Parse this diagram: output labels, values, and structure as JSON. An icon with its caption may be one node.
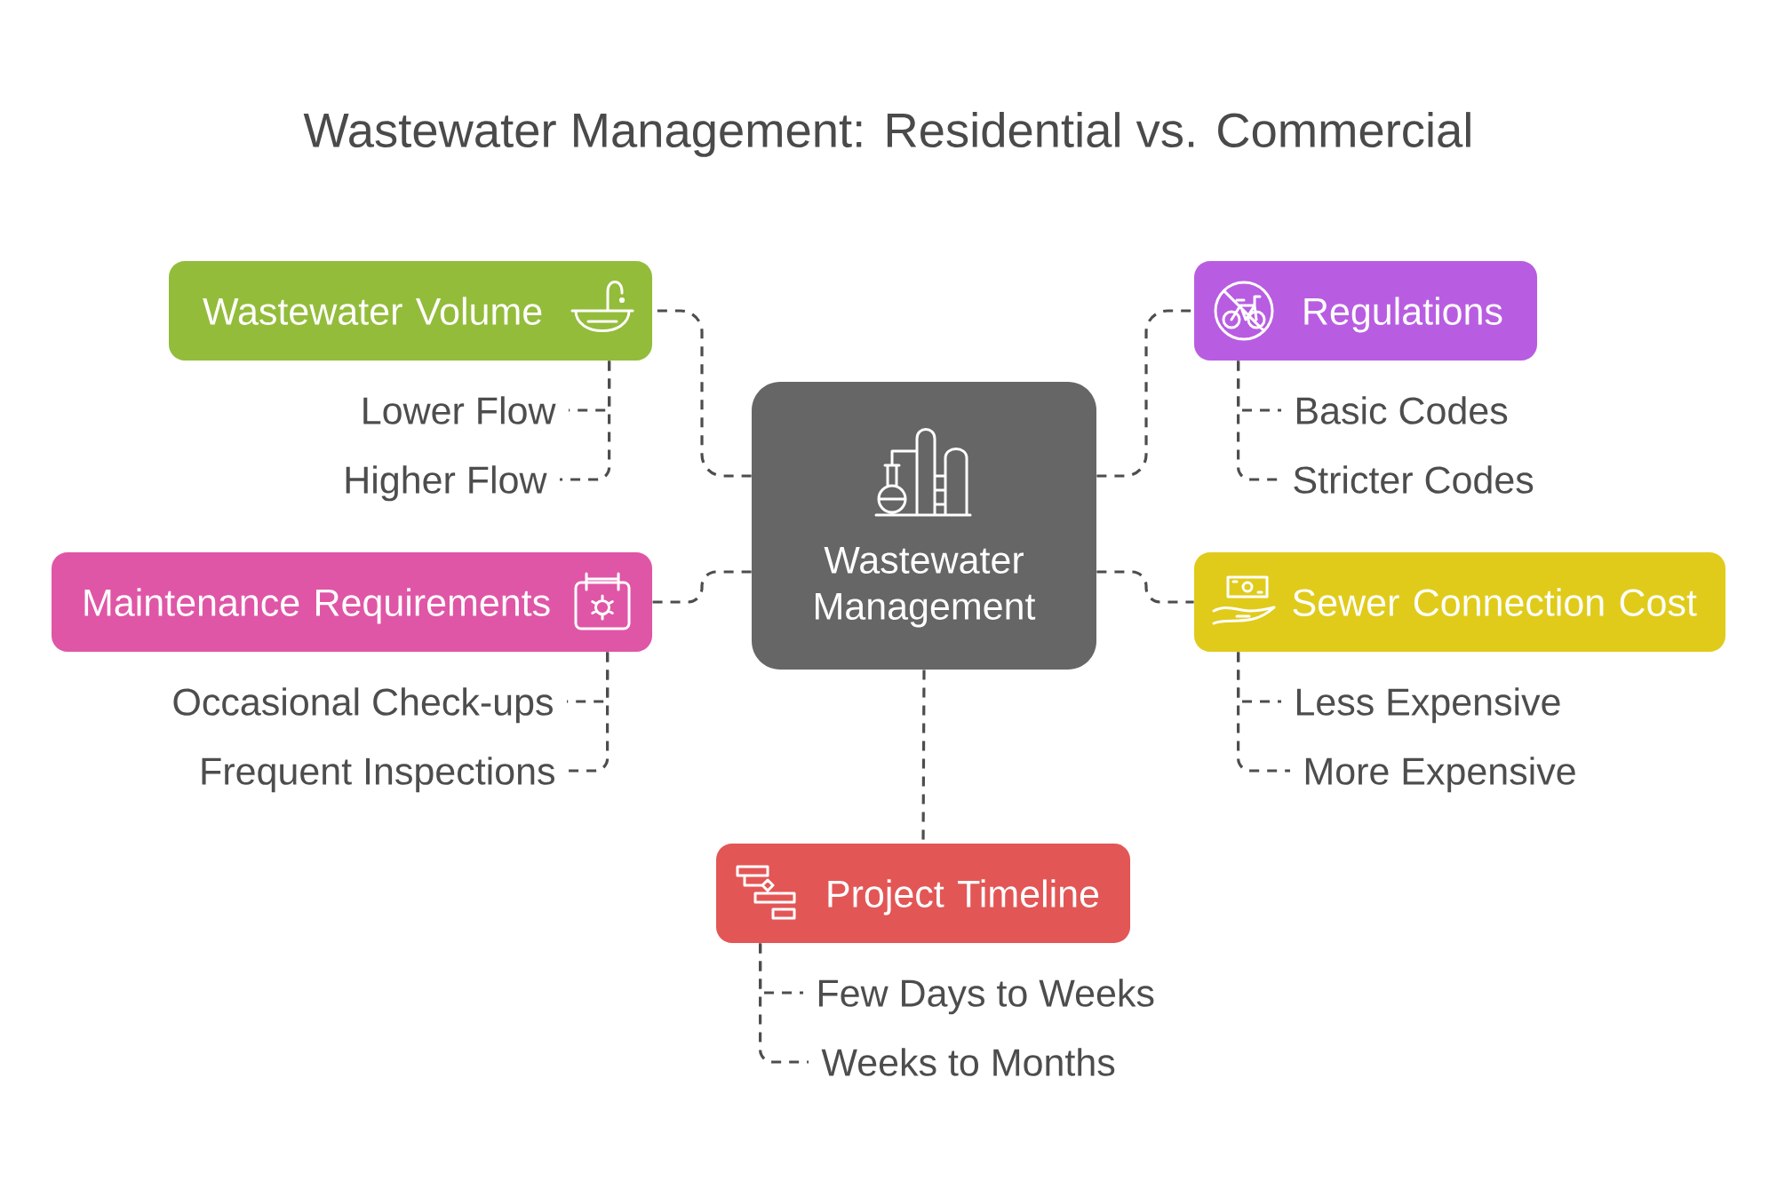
{
  "diagram": {
    "title": "Wastewater Management: Residential vs. Commercial",
    "nodes": [
      {
        "text": [
          "Wastewater Management"
        ]
      },
      {
        "text": [
          "Wastewater Volume"
        ]
      },
      {
        "text": [
          "Lower Flow"
        ]
      },
      {
        "text": [
          "Higher Flow"
        ]
      },
      {
        "text": [
          "Regulations"
        ]
      },
      {
        "text": [
          "Basic Codes"
        ]
      },
      {
        "text": [
          "Stricter Codes"
        ]
      },
      {
        "text": [
          "Maintenance Requirements"
        ]
      },
      {
        "text": [
          "Occasional Check-ups"
        ]
      },
      {
        "text": [
          "Frequent Inspections"
        ]
      },
      {
        "text": [
          "Sewer Connection Cost"
        ]
      },
      {
        "text": [
          "Less Expensive"
        ]
      },
      {
        "text": [
          "More Expensive"
        ]
      },
      {
        "text": [
          "Project Timeline"
        ]
      },
      {
        "text": [
          "Few Days to Weeks"
        ]
      },
      {
        "text": [
          "Weeks to Months"
        ]
      }
    ],
    "edges": [
      {
        "from": 0,
        "to": 1,
        "arrow": "none",
        "style": "dashed"
      },
      {
        "from": 0,
        "to": 4,
        "arrow": "none",
        "style": "dashed"
      },
      {
        "from": 0,
        "to": 7,
        "arrow": "none",
        "style": "dashed"
      },
      {
        "from": 0,
        "to": 10,
        "arrow": "none",
        "style": "dashed"
      },
      {
        "from": 0,
        "to": 13,
        "arrow": "none",
        "style": "dashed"
      },
      {
        "from": 1,
        "to": 2,
        "arrow": "none",
        "style": "dashed"
      },
      {
        "from": 1,
        "to": 3,
        "arrow": "none",
        "style": "dashed"
      },
      {
        "from": 4,
        "to": 5,
        "arrow": "none",
        "style": "dashed"
      },
      {
        "from": 4,
        "to": 6,
        "arrow": "none",
        "style": "dashed"
      },
      {
        "from": 7,
        "to": 8,
        "arrow": "none",
        "style": "dashed"
      },
      {
        "from": 7,
        "to": 9,
        "arrow": "none",
        "style": "dashed"
      },
      {
        "from": 10,
        "to": 11,
        "arrow": "none",
        "style": "dashed"
      },
      {
        "from": 10,
        "to": 12,
        "arrow": "none",
        "style": "dashed"
      },
      {
        "from": 13,
        "to": 14,
        "arrow": "none",
        "style": "dashed"
      },
      {
        "from": 13,
        "to": 15,
        "arrow": "none",
        "style": "dashed"
      }
    ]
  }
}
